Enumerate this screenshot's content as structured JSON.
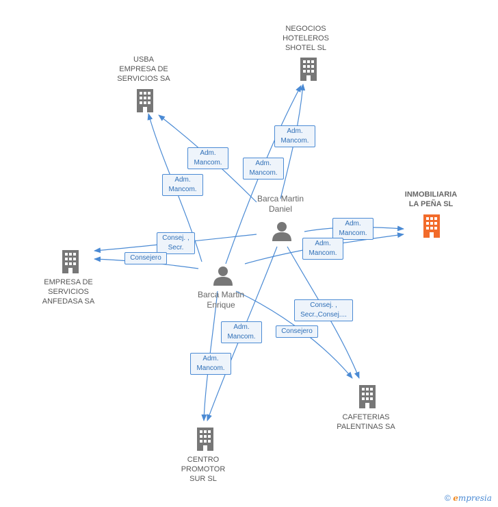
{
  "nodes": {
    "usba": {
      "label": "USBA\nEMPRESA DE\nSERVICIOS SA"
    },
    "negocios": {
      "label": "NEGOCIOS\nHOTELEROS\nSHOTEL SL"
    },
    "inmobiliaria": {
      "label": "INMOBILIARIA\nLA PEÑA SL"
    },
    "anfedasa": {
      "label": "EMPRESA DE\nSERVICIOS\nANFEDASA SA"
    },
    "cafeterias": {
      "label": "CAFETERIAS\nPALENTINAS SA"
    },
    "centro": {
      "label": "CENTRO\nPROMOTOR\nSUR SL"
    },
    "daniel": {
      "label": "Barca Martin\nDaniel"
    },
    "enrique": {
      "label": "Barca Martin\nEnrique"
    }
  },
  "edge_labels": {
    "adm_usba_1": "Adm.\nMancom.",
    "adm_usba_2": "Adm.\nMancom.",
    "adm_neg_1": "Adm.\nMancom.",
    "adm_neg_2": "Adm.\nMancom.",
    "adm_inm_1": "Adm.\nMancom.",
    "adm_inm_2": "Adm.\nMancom.",
    "consej_secr": "Consej. ,\nSecr.",
    "consejero_1": "Consejero",
    "consej_secr_consej": "Consej. ,\nSecr.,Consej....",
    "consejero_2": "Consejero",
    "adm_centro_1": "Adm.\nMancom.",
    "adm_centro_2": "Adm.\nMancom."
  },
  "colors": {
    "edge": "#4a8ad4",
    "company_icon": "#777777",
    "main_company_icon": "#f26b2a",
    "person_icon": "#777777"
  },
  "footer": {
    "copyright": "©",
    "brand_first": "e",
    "brand_rest": "mpresia"
  }
}
